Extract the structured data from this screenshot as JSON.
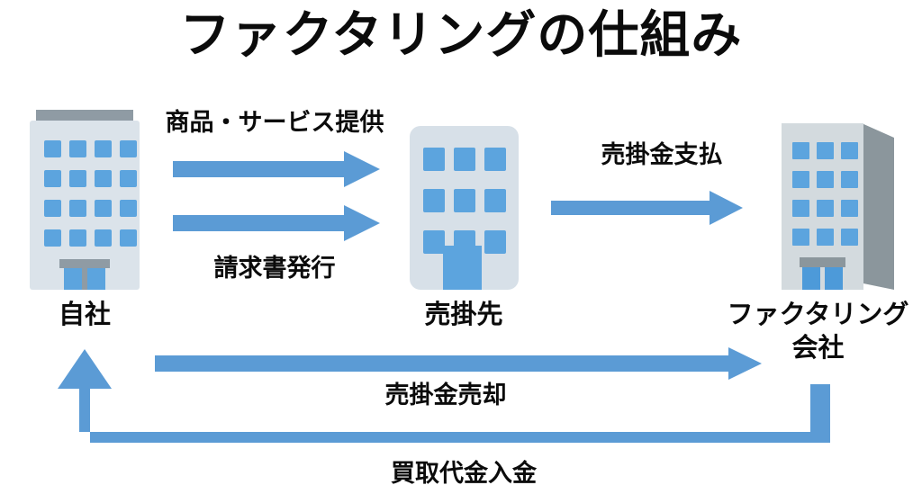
{
  "page": {
    "title": "ファクタリングの仕組み",
    "background": "#ffffff",
    "accent_blue": "#5b9bd5",
    "window_blue": "#5ca4de",
    "building_light": "#dbe3ea",
    "building_gray": "#8f9ba4",
    "text_color": "#0b0b0b"
  },
  "nodes": [
    {
      "id": "own-company",
      "label": "自社",
      "icon": "office-building-icon"
    },
    {
      "id": "accounts-receivable",
      "label": "売掛先",
      "icon": "office-building-icon"
    },
    {
      "id": "factoring-company",
      "label_line1": "ファクタリング",
      "label_line2": "会社",
      "icon": "office-building-3d-icon"
    }
  ],
  "flows": [
    {
      "id": "goods-services",
      "label": "商品・サービス提供",
      "direction": "right",
      "from": "own-company",
      "to": "accounts-receivable"
    },
    {
      "id": "invoice-issue",
      "label": "請求書発行",
      "direction": "right",
      "from": "own-company",
      "to": "accounts-receivable"
    },
    {
      "id": "receivable-payment",
      "label": "売掛金支払",
      "direction": "right",
      "from": "accounts-receivable",
      "to": "factoring-company"
    },
    {
      "id": "receivable-sale",
      "label": "売掛金売却",
      "direction": "right",
      "from": "own-company",
      "to": "factoring-company"
    },
    {
      "id": "purchase-payment",
      "label": "買取代金入金",
      "direction": "up",
      "from": "factoring-company",
      "to": "own-company"
    }
  ]
}
